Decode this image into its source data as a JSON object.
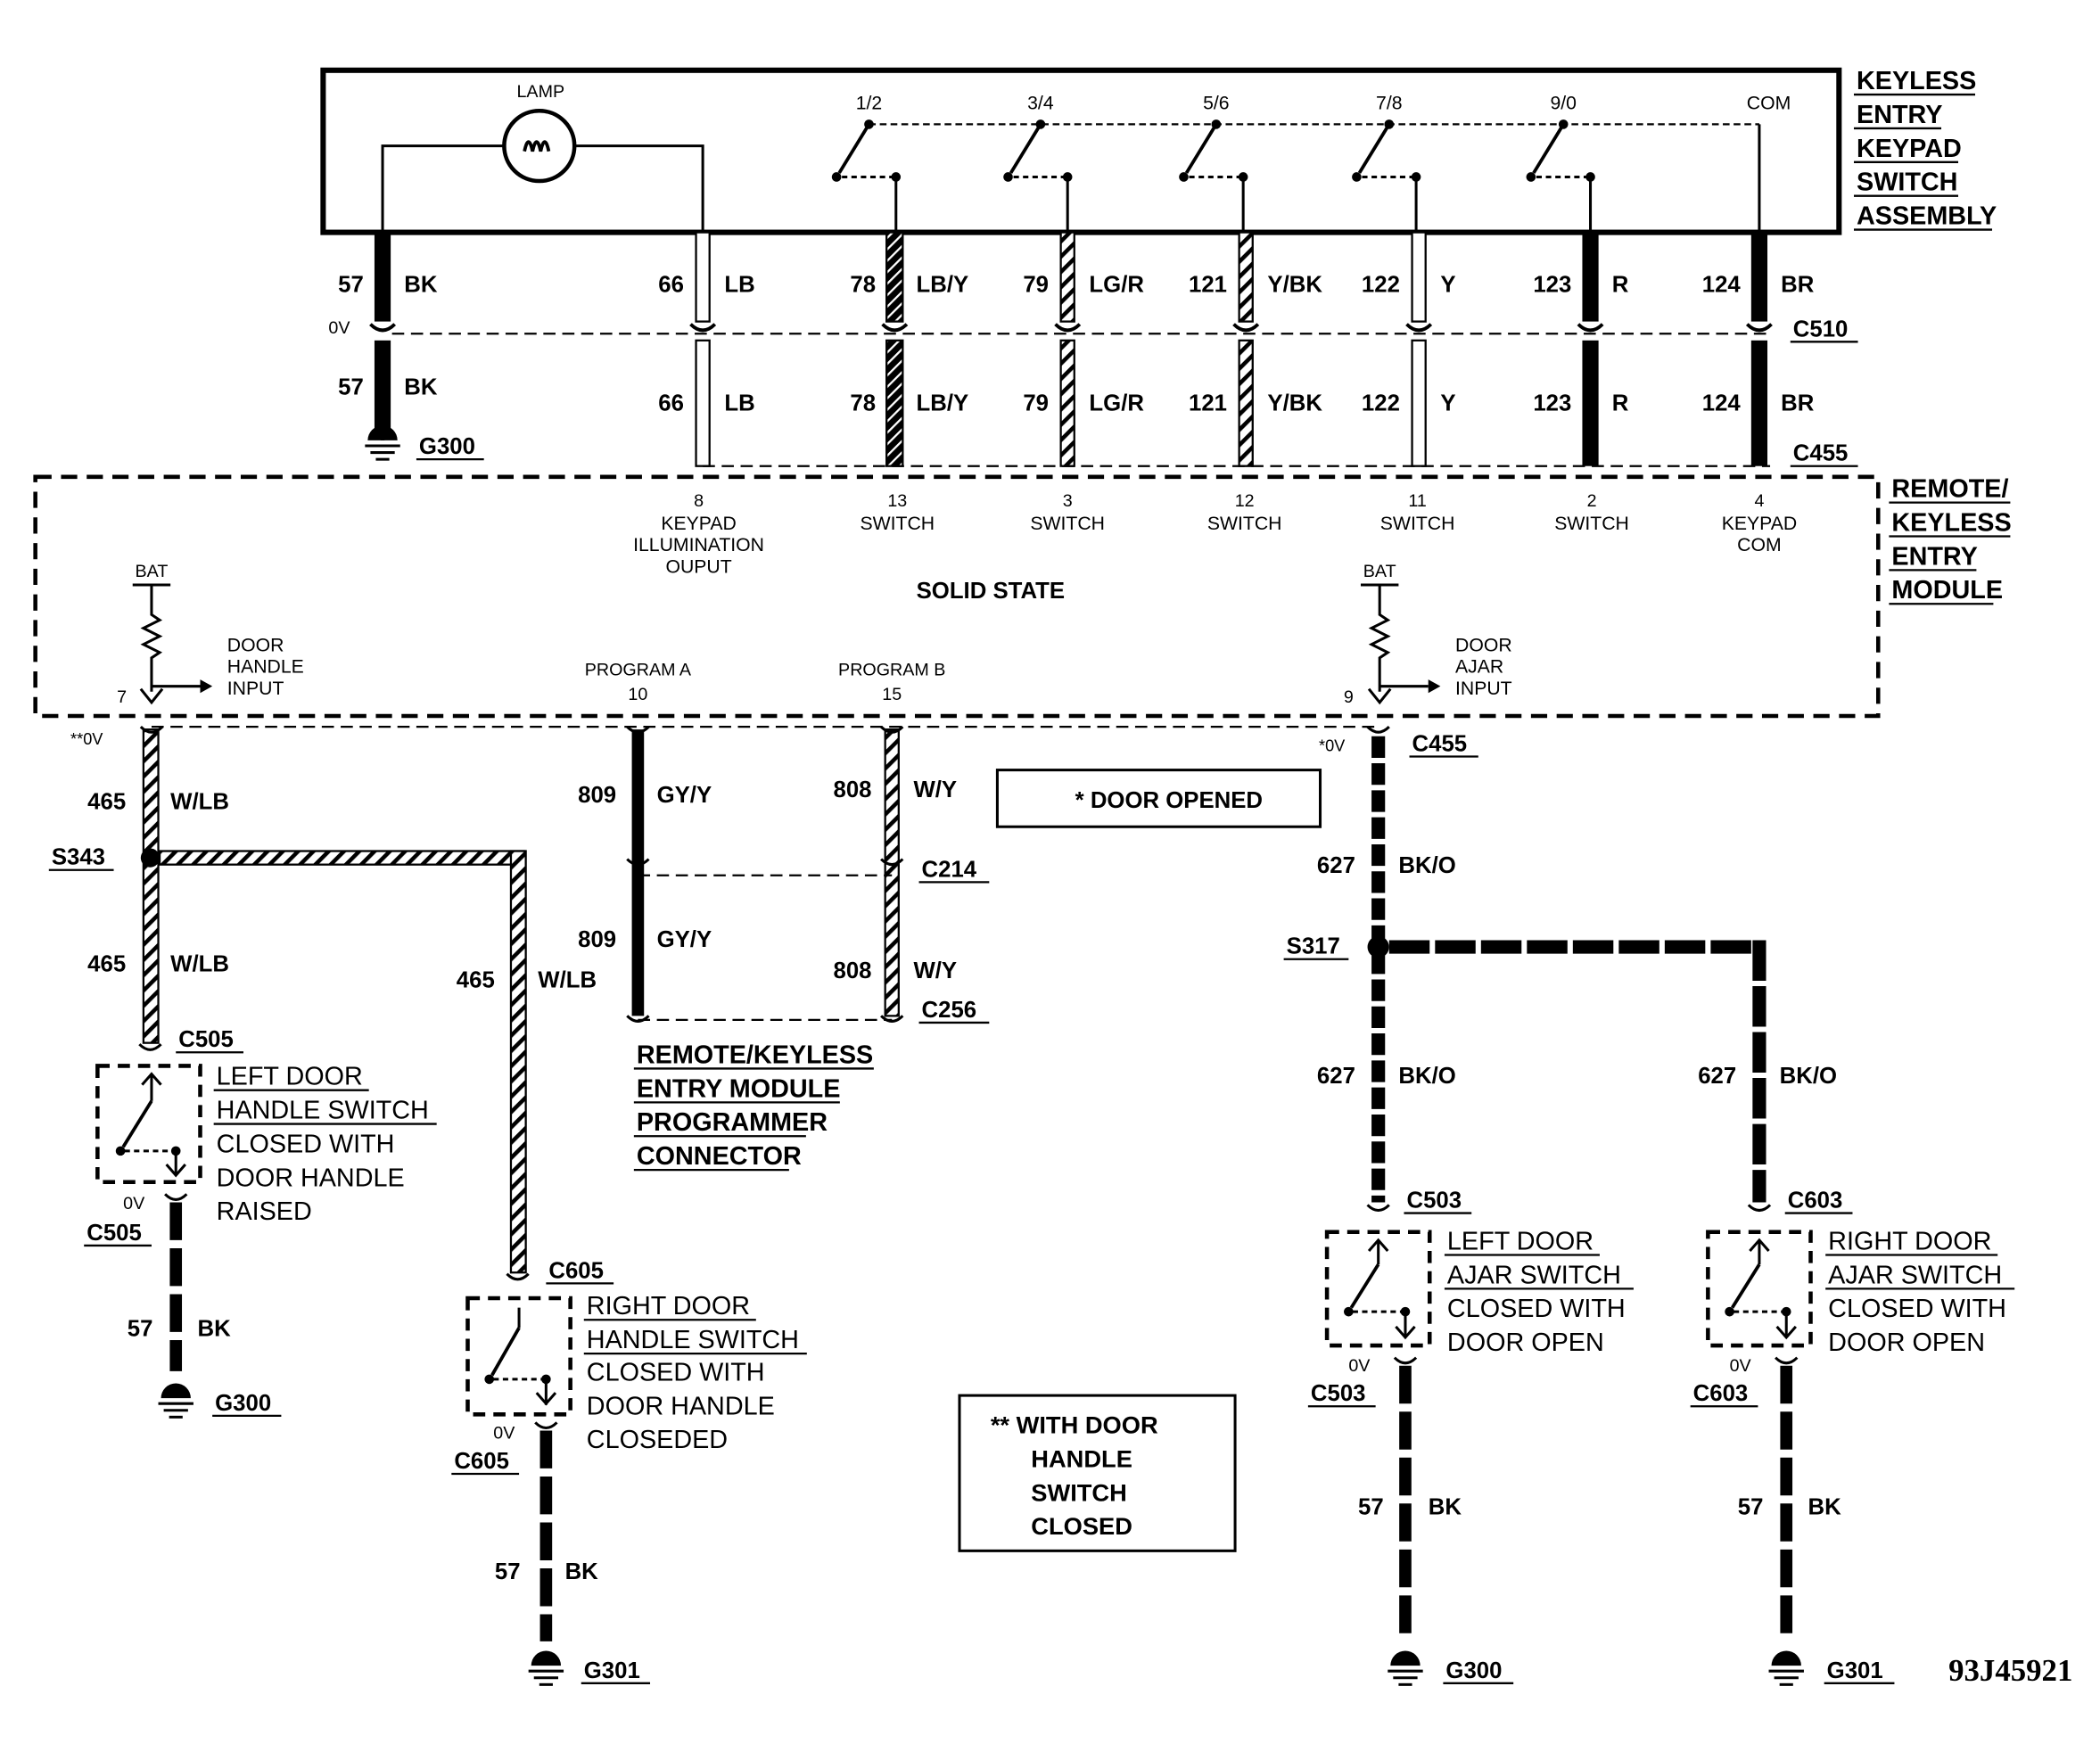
{
  "keypad": {
    "title": [
      "KEYLESS",
      "ENTRY",
      "KEYPAD",
      "SWITCH",
      "ASSEMBLY"
    ],
    "lamp": "LAMP",
    "switches": [
      "1/2",
      "3/4",
      "5/6",
      "7/8",
      "9/0"
    ],
    "com": "COM"
  },
  "wires_c510": [
    {
      "num": "57",
      "color": "BK"
    },
    {
      "num": "66",
      "color": "LB"
    },
    {
      "num": "78",
      "color": "LB/Y"
    },
    {
      "num": "79",
      "color": "LG/R"
    },
    {
      "num": "121",
      "color": "Y/BK"
    },
    {
      "num": "122",
      "color": "Y"
    },
    {
      "num": "123",
      "color": "R"
    },
    {
      "num": "124",
      "color": "BR"
    }
  ],
  "wires_c455": [
    {
      "num": "57",
      "color": "BK"
    },
    {
      "num": "66",
      "color": "LB"
    },
    {
      "num": "78",
      "color": "LB/Y"
    },
    {
      "num": "79",
      "color": "LG/R"
    },
    {
      "num": "121",
      "color": "Y/BK"
    },
    {
      "num": "122",
      "color": "Y"
    },
    {
      "num": "123",
      "color": "R"
    },
    {
      "num": "124",
      "color": "BR"
    }
  ],
  "connectors": {
    "c510": "C510",
    "c455": "C455",
    "c455_b": "C455",
    "g300_top": "G300",
    "ov_top": "0V"
  },
  "module": {
    "title": [
      "REMOTE/",
      "KEYLESS",
      "ENTRY",
      "MODULE"
    ],
    "solid_state": "SOLID STATE",
    "pins": [
      {
        "pin": "8",
        "label": [
          "KEYPAD",
          "ILLUMINATION",
          "OUPUT"
        ]
      },
      {
        "pin": "13",
        "label": [
          "SWITCH"
        ]
      },
      {
        "pin": "3",
        "label": [
          "SWITCH"
        ]
      },
      {
        "pin": "12",
        "label": [
          "SWITCH"
        ]
      },
      {
        "pin": "11",
        "label": [
          "SWITCH"
        ]
      },
      {
        "pin": "2",
        "label": [
          "SWITCH"
        ]
      },
      {
        "pin": "4",
        "label": [
          "KEYPAD",
          "COM"
        ]
      }
    ],
    "bat_left": "BAT",
    "bat_right": "BAT",
    "door_handle_input": [
      "DOOR",
      "HANDLE",
      "INPUT"
    ],
    "door_ajar_input": [
      "DOOR",
      "AJAR",
      "INPUT"
    ],
    "pin7": "7",
    "pin9": "9",
    "program_a": "PROGRAM A",
    "program_a_pin": "10",
    "program_b": "PROGRAM  B",
    "program_b_pin": "15"
  },
  "left_side": {
    "ov": "**0V",
    "w465a_num": "465",
    "w465a_color": "W/LB",
    "s343": "S343",
    "w465b_num": "465",
    "w465b_color": "W/LB",
    "w465c_num": "465",
    "w465c_color": "W/LB",
    "c505": "C505",
    "c505_b": "C505",
    "ov_505": "0V",
    "left_handle_title": [
      "LEFT DOOR",
      "HANDLE SWITCH"
    ],
    "left_handle_note": [
      "CLOSED WITH",
      "DOOR HANDLE",
      "RAISED"
    ],
    "w57_num": "57",
    "w57_color": "BK",
    "g300": "G300",
    "c605": "C605",
    "c605_b": "C605",
    "ov_605": "0V",
    "right_handle_title": [
      "RIGHT DOOR",
      "HANDLE SWITCH"
    ],
    "right_handle_note": [
      "CLOSED WITH",
      "DOOR HANDLE",
      "CLOSEDED"
    ],
    "w57b_num": "57",
    "w57b_color": "BK",
    "g301": "G301"
  },
  "program": {
    "w809a_num": "809",
    "w809a_color": "GY/Y",
    "w808a_num": "808",
    "w808a_color": "W/Y",
    "c214": "C214",
    "w809b_num": "809",
    "w809b_color": "GY/Y",
    "w808b_num": "808",
    "w808b_color": "W/Y",
    "c256": "C256",
    "connector_label": [
      "REMOTE/KEYLESS",
      "ENTRY MODULE",
      "PROGRAMMER",
      "CONNECTOR"
    ]
  },
  "notes": {
    "door_opened": "*  DOOR OPENED",
    "with_handle": [
      "**  WITH DOOR",
      "HANDLE",
      "SWITCH",
      "CLOSED"
    ]
  },
  "right_side": {
    "ov": "*0V",
    "c455": "C455",
    "w627a_num": "627",
    "w627a_color": "BK/O",
    "s317": "S317",
    "w627b_num": "627",
    "w627b_color": "BK/O",
    "w627c_num": "627",
    "w627c_color": "BK/O",
    "c503": "C503",
    "c503_b": "C503",
    "ov_503": "0V",
    "left_ajar_title": [
      "LEFT DOOR",
      "AJAR SWITCH"
    ],
    "left_ajar_note": [
      "CLOSED WITH",
      "DOOR OPEN"
    ],
    "w57a_num": "57",
    "w57a_color": "BK",
    "g300": "G300",
    "c603": "C603",
    "c603_b": "C603",
    "ov_603": "0V",
    "right_ajar_title": [
      "RIGHT DOOR",
      "AJAR SWITCH"
    ],
    "right_ajar_note": [
      "CLOSED WITH",
      "DOOR OPEN"
    ],
    "w57b_num": "57",
    "w57b_color": "BK",
    "g301": "G301"
  },
  "figure_id": "93J45921"
}
